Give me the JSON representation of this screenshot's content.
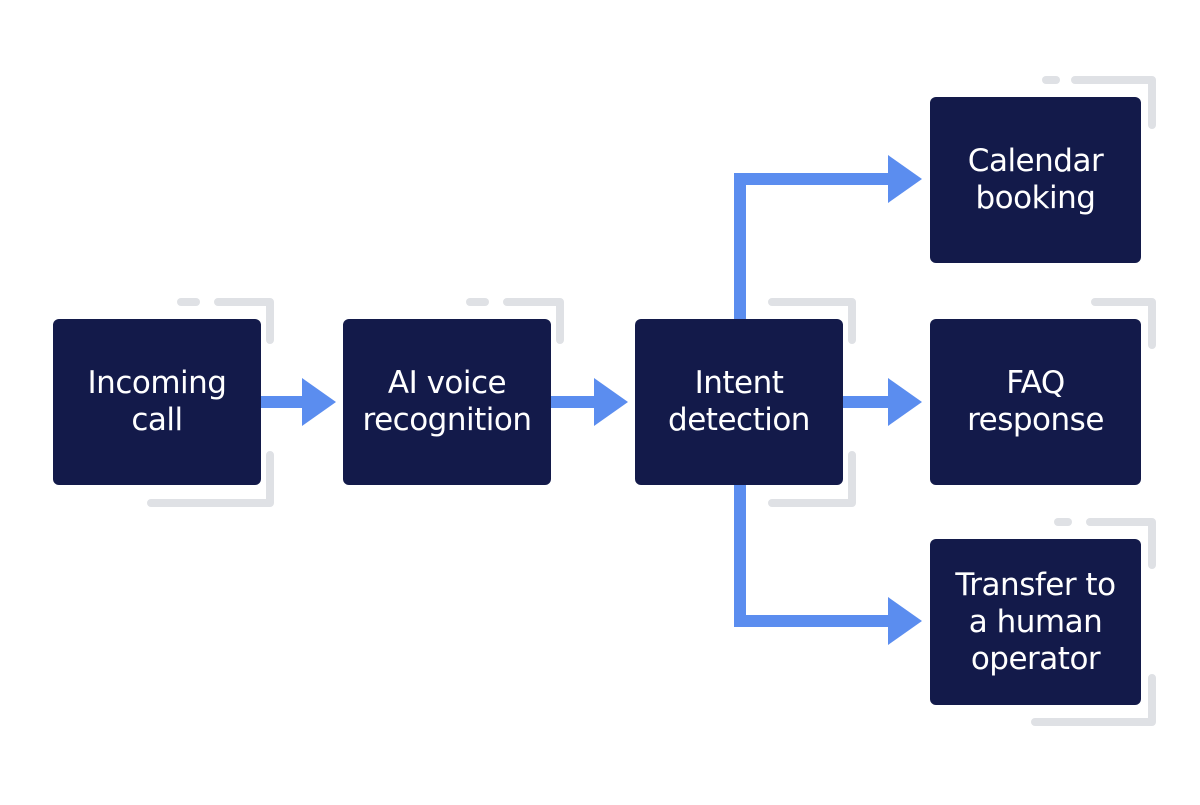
{
  "colors": {
    "node_fill": "#131a4a",
    "node_text": "#ffffff",
    "arrow": "#5b8def",
    "decor": "#dfe1e5"
  },
  "nodes": {
    "incoming_call": "Incoming\ncall",
    "ai_voice_recognition": "AI voice\nrecognition",
    "intent_detection": "Intent\ndetection",
    "calendar_booking": "Calendar\nbooking",
    "faq_response": "FAQ\nresponse",
    "transfer_to_human": "Transfer to\na human\noperator"
  }
}
